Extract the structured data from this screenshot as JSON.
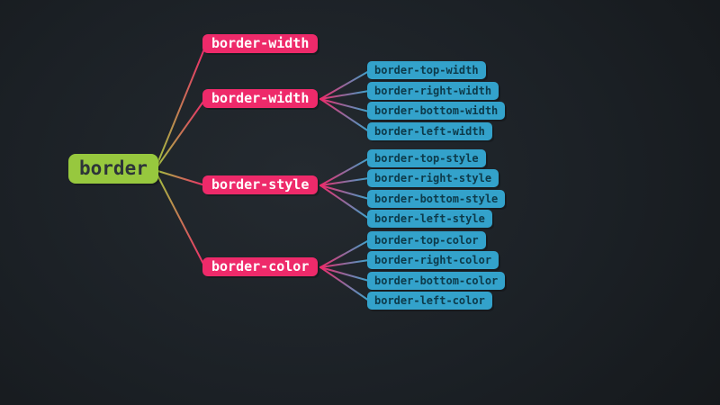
{
  "diagram": {
    "kind": "mindmap",
    "colors": {
      "background_center": "#242a30",
      "background_edge": "#14171a",
      "root_bg": "#97c83e",
      "root_text": "#2d3439",
      "branch_bg": "#ee2a6a",
      "branch_text": "#ffffff",
      "child_bg": "#33a2cb",
      "child_text": "#0d3a4a",
      "link_root_end": "#9ec73d",
      "link_pink_end": "#ee2a6a",
      "link_blue_end": "#3ba6ce"
    },
    "tree": {
      "root": {
        "label": "border"
      },
      "branches": [
        {
          "label": "border-width",
          "children": []
        },
        {
          "label": "border-width",
          "children": [
            {
              "label": "border-top-width"
            },
            {
              "label": "border-right-width"
            },
            {
              "label": "border-bottom-width"
            },
            {
              "label": "border-left-width"
            }
          ]
        },
        {
          "label": "border-style",
          "children": [
            {
              "label": "border-top-style"
            },
            {
              "label": "border-right-style"
            },
            {
              "label": "border-bottom-style"
            },
            {
              "label": "border-left-style"
            }
          ]
        },
        {
          "label": "border-color",
          "children": [
            {
              "label": "border-top-color"
            },
            {
              "label": "border-right-color"
            },
            {
              "label": "border-bottom-color"
            },
            {
              "label": "border-left-color"
            }
          ]
        }
      ]
    }
  }
}
